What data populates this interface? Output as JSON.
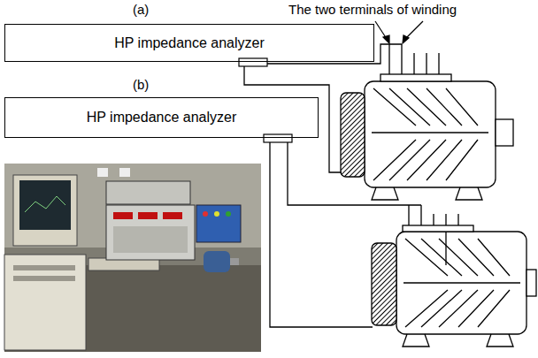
{
  "diagram": {
    "nodes": [
      {
        "text": [
          "HP impedance analyzer"
        ]
      },
      {
        "text": [
          "HP impedance analyzer"
        ]
      }
    ],
    "labels": [
      "(a)",
      "The two terminals of winding",
      "(b)"
    ]
  }
}
